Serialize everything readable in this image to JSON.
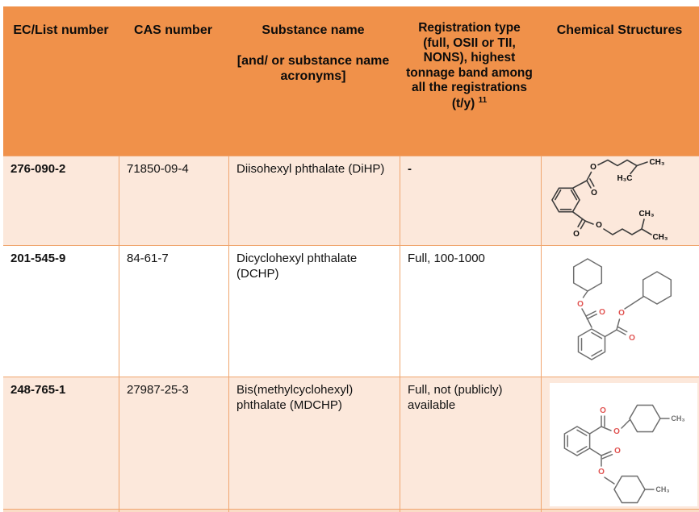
{
  "colors": {
    "header_bg": "#F0914A",
    "row_bg": "#FCE8DB",
    "white": "#FFFFFF",
    "border": "#F0A56E",
    "strip_bg": "#FADCC6",
    "bond_dark": "#3D3D3D",
    "bond_gray": "#6E6E6E",
    "atom_red": "#E0514F",
    "text": "#111111"
  },
  "table": {
    "header": {
      "ec": "EC/List number",
      "cas": "CAS number",
      "substance_title": "Substance name",
      "substance_sub": "[and/ or substance name acronyms]",
      "registration_main": "Registration type (full, OSII or TII, NONS), highest tonnage band among all the registrations (t/y)",
      "registration_sup": "11",
      "structures": "Chemical Structures"
    },
    "rows": [
      {
        "ec": "276-090-2",
        "cas": "71850-09-4",
        "name": "Diisohexyl phthalate (DiHP)",
        "registration": "-",
        "structure": "DiHP"
      },
      {
        "ec": "201-545-9",
        "cas": "84-61-7",
        "name": "Dicyclohexyl phthalate (DCHP)",
        "registration": "Full, 100-1000",
        "structure": "DCHP"
      },
      {
        "ec": "248-765-1",
        "cas": "27987-25-3",
        "name": "Bis(methylcyclohexyl) phthalate (MDCHP)",
        "registration": "Full, not (publicly) available",
        "structure": "MDCHP"
      }
    ]
  },
  "structures": {
    "dihp": {
      "o": "O",
      "ch3": "CH₃",
      "h3c": "H₃C"
    },
    "dchp": {
      "o": "O"
    },
    "mdchp": {
      "o": "O",
      "ch3": "CH₃"
    }
  }
}
